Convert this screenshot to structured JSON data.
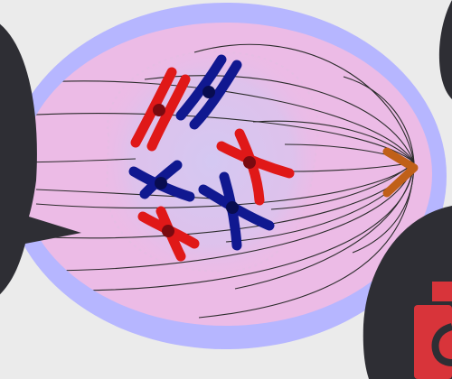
{
  "colors": {
    "background": "#ebebeb",
    "cell_membrane": "#b6b6ff",
    "cytoplasm": "#ecbbe6",
    "nucleus_region": "#dcc2ec",
    "spindle_fiber": "#2b2b2b",
    "chromosome_red": "#e01818",
    "chromosome_blue": "#101890",
    "centrosome": "#c06018",
    "callout_panel": "#2e2e34",
    "red_element": "#d8343a"
  },
  "icons": {
    "centrosome": "chevron-right-icon"
  },
  "chromosomes": [
    {
      "color": "red"
    },
    {
      "color": "blue"
    },
    {
      "color": "red"
    },
    {
      "color": "blue"
    },
    {
      "color": "blue"
    },
    {
      "color": "red"
    }
  ]
}
